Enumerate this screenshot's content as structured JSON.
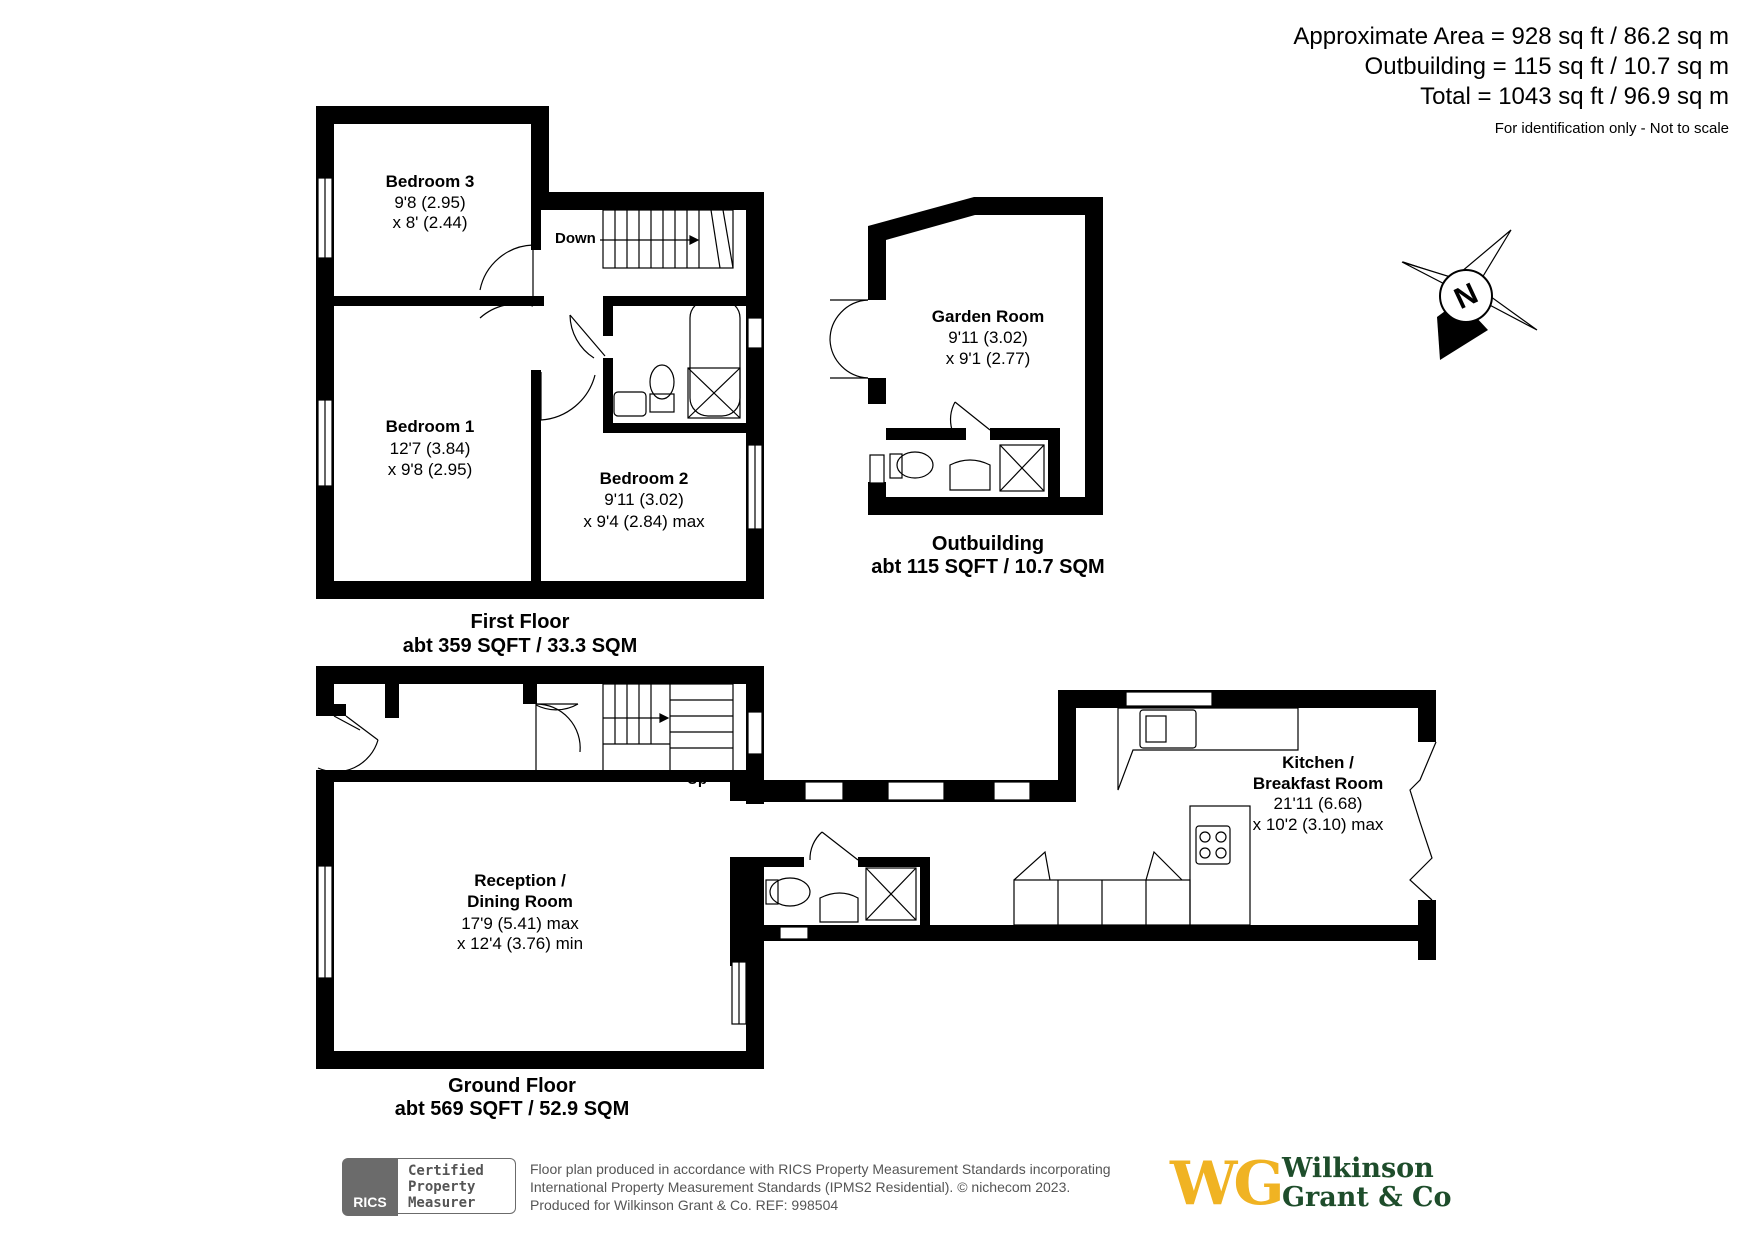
{
  "areas": {
    "approximate": "Approximate Area = 928 sq ft / 86.2 sq m",
    "outbuilding": "Outbuilding = 115 sq ft / 10.7 sq m",
    "total": "Total = 1043 sq ft / 96.9 sq m",
    "note": "For identification only - Not to scale"
  },
  "compass": {
    "label": "N"
  },
  "first_floor": {
    "title": "First Floor",
    "area": "abt 359 SQFT / 33.3 SQM",
    "bedroom3": {
      "name": "Bedroom 3",
      "dim1": "9'8 (2.95)",
      "dim2": "x 8' (2.44)"
    },
    "bedroom1": {
      "name": "Bedroom 1",
      "dim1": "12'7 (3.84)",
      "dim2": "x 9'8 (2.95)"
    },
    "bedroom2": {
      "name": "Bedroom 2",
      "dim1": "9'11 (3.02)",
      "dim2": "x 9'4 (2.84) max"
    },
    "stairs_label": "Down"
  },
  "outbuilding": {
    "title": "Outbuilding",
    "area": "abt 115 SQFT / 10.7 SQM",
    "garden_room": {
      "name": "Garden Room",
      "dim1": "9'11 (3.02)",
      "dim2": "x 9'1 (2.77)"
    }
  },
  "ground_floor": {
    "title": "Ground Floor",
    "area": "abt 569 SQFT / 52.9 SQM",
    "reception": {
      "name1": "Reception /",
      "name2": "Dining Room",
      "dim1": "17'9 (5.41) max",
      "dim2": "x 12'4 (3.76) min"
    },
    "kitchen": {
      "name1": "Kitchen /",
      "name2": "Breakfast Room",
      "dim1": "21'11 (6.68)",
      "dim2": "x 10'2 (3.10) max"
    },
    "stairs_label": "Up"
  },
  "footer": {
    "rics_logo": "RICS",
    "rics_line1": "Certified",
    "rics_line2": "Property",
    "rics_line3": "Measurer",
    "line1": "Floor plan produced in accordance with RICS Property Measurement Standards incorporating",
    "line2": "International Property Measurement Standards (IPMS2 Residential).   © nichecom 2023.",
    "line3": "Produced for Wilkinson Grant & Co.   REF: 998504"
  },
  "brand": {
    "mark": "WG",
    "name1": "Wilkinson",
    "name2": "Grant & Co",
    "mark_color": "#f0b323",
    "name_color": "#1e4d2b"
  }
}
